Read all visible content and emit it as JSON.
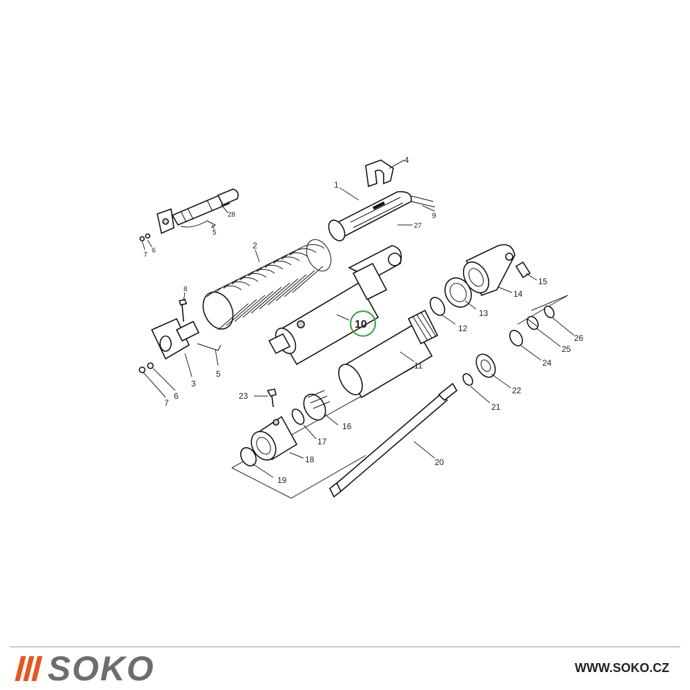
{
  "diagram": {
    "callouts": [
      {
        "id": "1",
        "label": "1"
      },
      {
        "id": "2",
        "label": "2"
      },
      {
        "id": "3",
        "label": "3"
      },
      {
        "id": "4",
        "label": "4"
      },
      {
        "id": "5a",
        "label": "5"
      },
      {
        "id": "5b",
        "label": "5"
      },
      {
        "id": "6a",
        "label": "6"
      },
      {
        "id": "6b",
        "label": "6"
      },
      {
        "id": "7a",
        "label": "7"
      },
      {
        "id": "7b",
        "label": "7"
      },
      {
        "id": "8",
        "label": "8"
      },
      {
        "id": "9",
        "label": "9"
      },
      {
        "id": "10",
        "label": "10",
        "highlight_color": "#3aa845"
      },
      {
        "id": "11",
        "label": "11"
      },
      {
        "id": "12",
        "label": "12"
      },
      {
        "id": "13",
        "label": "13"
      },
      {
        "id": "14",
        "label": "14"
      },
      {
        "id": "15",
        "label": "15"
      },
      {
        "id": "16",
        "label": "16"
      },
      {
        "id": "17",
        "label": "17"
      },
      {
        "id": "18",
        "label": "18"
      },
      {
        "id": "19",
        "label": "19"
      },
      {
        "id": "20",
        "label": "20"
      },
      {
        "id": "21",
        "label": "21"
      },
      {
        "id": "22",
        "label": "22"
      },
      {
        "id": "23",
        "label": "23"
      },
      {
        "id": "24",
        "label": "24"
      },
      {
        "id": "25",
        "label": "25"
      },
      {
        "id": "26",
        "label": "26"
      },
      {
        "id": "27",
        "label": "27"
      },
      {
        "id": "28",
        "label": "28"
      }
    ]
  },
  "footer": {
    "brand": "SOKO",
    "website": "WWW.SOKO.CZ",
    "accent_color": "#e8541d",
    "brand_color": "#6d6d6d"
  }
}
